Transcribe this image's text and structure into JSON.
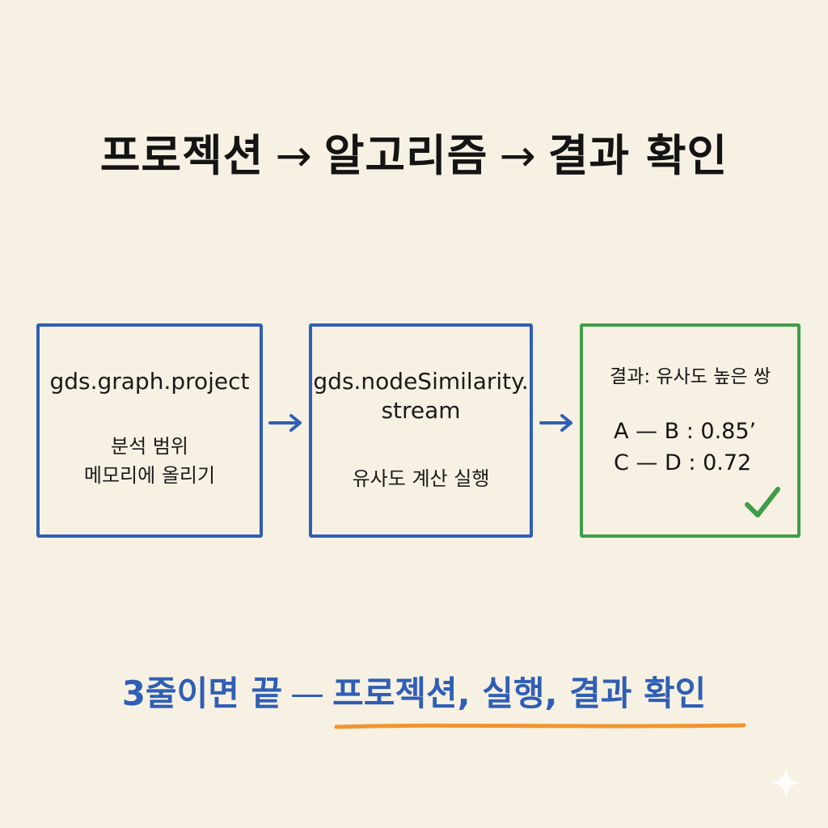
{
  "title": {
    "step1": "프로젝션",
    "step2": "알고리즘",
    "step3": "결과 확인",
    "arrow": "→"
  },
  "boxes": {
    "project": {
      "code": "gds.graph.project",
      "desc_line1": "분석 범위",
      "desc_line2": "메모리에 올리기"
    },
    "similarity": {
      "code_line1": "gds.nodeSimilarity.",
      "code_line2": "stream",
      "desc": "유사도 계산 실행"
    },
    "result": {
      "title": "결과: 유사도 높은 쌍",
      "pair1": "A — B : 0.85’",
      "pair2": "C — D : 0.72"
    }
  },
  "footer": {
    "prefix": "3줄이면 끝",
    "dash": "—",
    "highlight": "프로젝션, 실행, 결과 확인"
  },
  "colors": {
    "background": "#f6f1e3",
    "blue": "#2f5eb5",
    "green": "#3e9d49",
    "orange": "#f0952e",
    "text": "#141414"
  }
}
